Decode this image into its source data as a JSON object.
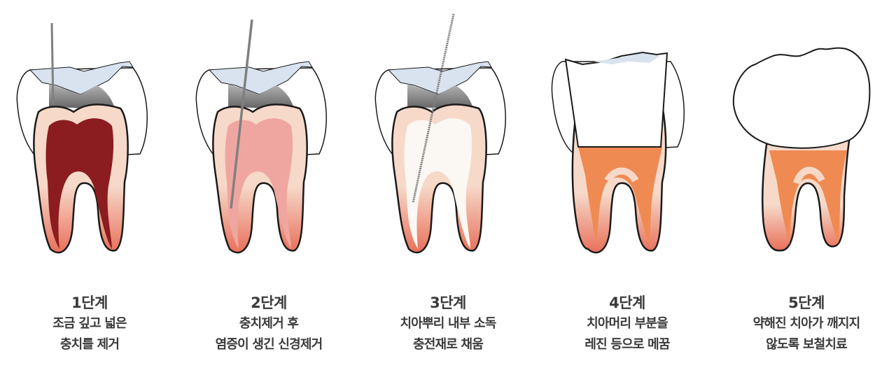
{
  "diagram": {
    "colors": {
      "outline": "#1a1a1a",
      "enamel_fill": "#ffffff",
      "filling_blue": "#d9e3ef",
      "amalgam_gray": "#8f8f8f",
      "dentin": "#f6d9c9",
      "root_tip": "#e8705a",
      "pulp_infected": "#8b1c1f",
      "pulp_cleaned": "#f0a6a0",
      "pulp_filled": "#fbf7f2",
      "core_resin": "#ef8a52",
      "instrument": "#808080",
      "text": "#3a3a3a"
    },
    "steps": [
      {
        "title": "1단계",
        "line1": "조금 깊고 넓은",
        "line2": "충치를 제거"
      },
      {
        "title": "2단계",
        "line1": "충치제거 후",
        "line2": "염증이 생긴 신경제거"
      },
      {
        "title": "3단계",
        "line1": "치아뿌리 내부 소독",
        "line2": "충전재로 채움"
      },
      {
        "title": "4단계",
        "line1": "치아머리 부분을",
        "line2": "레진 등으로 메꿈"
      },
      {
        "title": "5단계",
        "line1": "약해진 치아가 깨지지",
        "line2": "않도록 보철치료"
      }
    ]
  }
}
